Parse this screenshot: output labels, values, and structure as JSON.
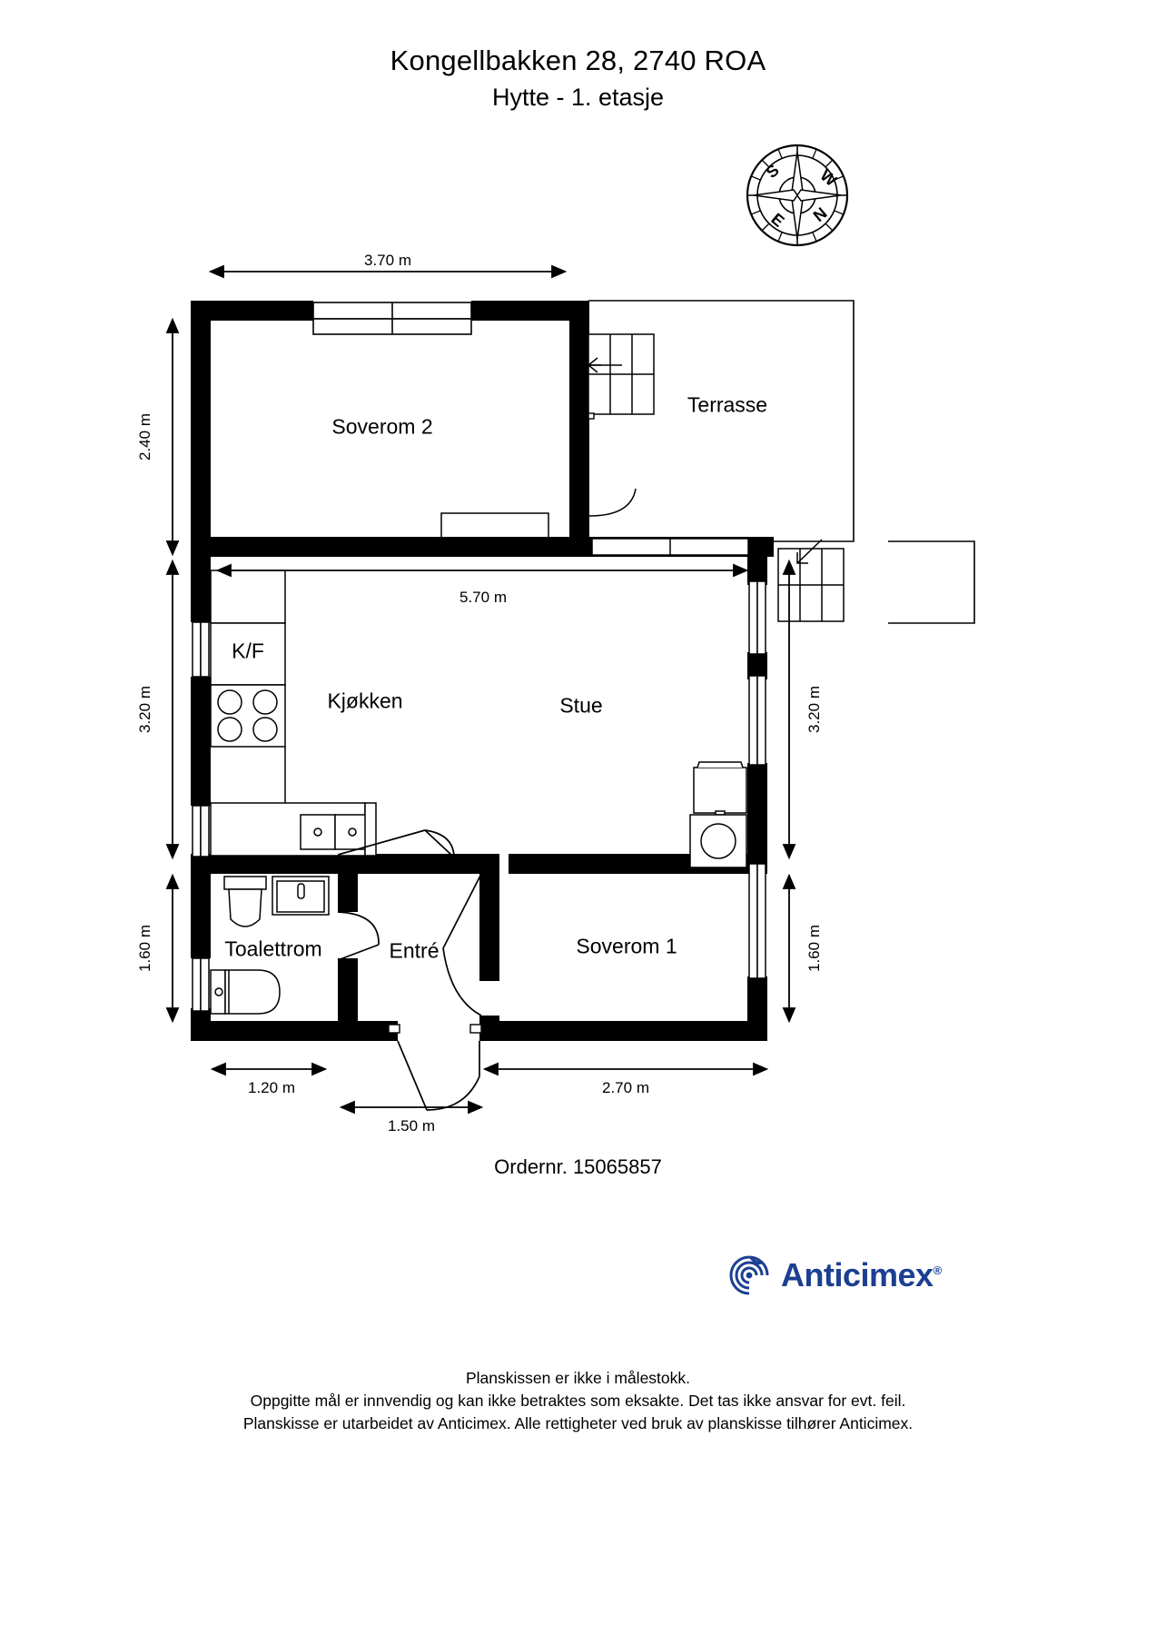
{
  "document": {
    "title_address": "Kongellbakken 28, 2740 ROA",
    "title_subtitle": "Hytte - 1. etasje",
    "order_number": "Ordernr. 15065857"
  },
  "compass": {
    "name": "compass-rose",
    "labels": {
      "top_left": "S",
      "top_right": "W",
      "bottom_left": "E",
      "bottom_right": "N"
    }
  },
  "rooms": [
    {
      "id": "soverom2",
      "label": "Soverom 2"
    },
    {
      "id": "terrasse",
      "label": "Terrasse"
    },
    {
      "id": "kjokken",
      "label": "Kjøkken"
    },
    {
      "id": "stue",
      "label": "Stue"
    },
    {
      "id": "toalettrom",
      "label": "Toalettrom"
    },
    {
      "id": "entre",
      "label": "Entré"
    },
    {
      "id": "soverom1",
      "label": "Soverom 1"
    }
  ],
  "fixtures": {
    "fridge_freezer_label": "K/F"
  },
  "dimensions": {
    "top_width": "3.70 m",
    "left_upper": "2.40 m",
    "middle_width": "5.70 m",
    "left_middle": "3.20 m",
    "right_middle": "3.20 m",
    "left_lower": "1.60 m",
    "right_lower": "1.60 m",
    "bottom_left": "1.20 m",
    "bottom_center": "1.50 m",
    "bottom_right": "2.70 m"
  },
  "brand": {
    "name": "Anticimex",
    "registered_mark": "®",
    "color": "#1b3f91"
  },
  "disclaimer": {
    "line1": "Planskissen er ikke i målestokk.",
    "line2": "Oppgitte mål er innvendig og kan ikke betraktes som eksakte. Det tas ikke ansvar for evt. feil.",
    "line3": "Planskisse er utarbeidet av Anticimex. Alle rettigheter ved bruk av planskisse tilhører Anticimex."
  }
}
